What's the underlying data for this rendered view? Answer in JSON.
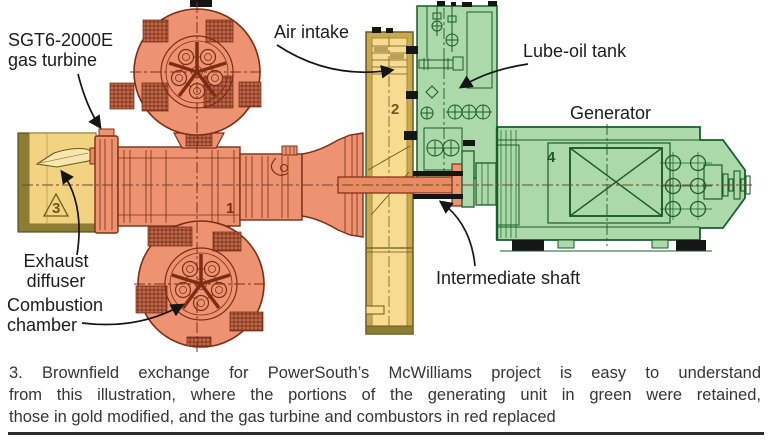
{
  "figure": {
    "callouts": {
      "sgt6_line1": "SGT6-2000E",
      "sgt6_line2": "gas turbine",
      "air_intake": "Air intake",
      "lube_oil_tank": "Lube-oil tank",
      "generator": "Generator",
      "exhaust_line1": "Exhaust",
      "exhaust_line2": "diffuser",
      "combustion_line1": "Combustion",
      "combustion_line2": "chamber",
      "intermediate_shaft": "Intermediate shaft"
    },
    "part_numbers": {
      "gas_turbine": "1",
      "air_intake": "2",
      "exhaust_diffuser": "3",
      "generator": "4"
    },
    "caption_lines": [
      "3. Brownfield exchange for PowerSouth’s McWilliams project is easy to understand",
      "from this illustration, where the portions of the generating unit in green were retained,",
      "those in gold modified, and the gas turbine and combustors in red replaced"
    ],
    "colors": {
      "retained_green": "#ABD9AA",
      "green_outline": "#1A5C2A",
      "modified_gold": "#F7DB90",
      "gold_outline": "#6B5A1E",
      "replaced_red": "#ED9372",
      "red_outline": "#7E2D15"
    }
  }
}
